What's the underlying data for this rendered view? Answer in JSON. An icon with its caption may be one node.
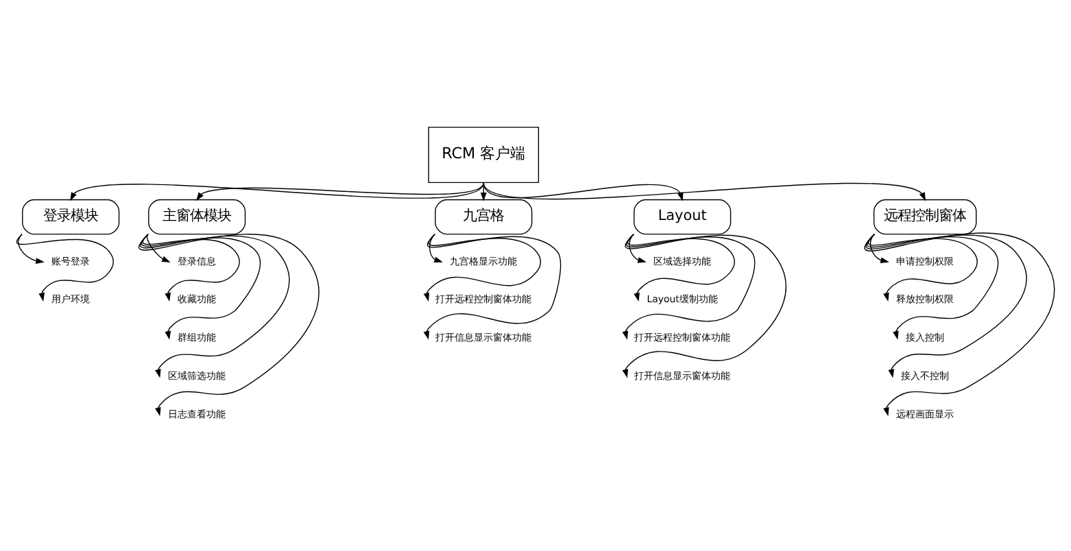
{
  "diagram": {
    "nodes": [
      {
        "text": [
          "RCM 客户端"
        ]
      },
      {
        "text": [
          "登录模块"
        ]
      },
      {
        "text": [
          "主窗体模块"
        ]
      },
      {
        "text": [
          "九宫格"
        ]
      },
      {
        "text": [
          "Layout"
        ]
      },
      {
        "text": [
          "远程控制窗体"
        ]
      },
      {
        "text": [
          "账号登录"
        ]
      },
      {
        "text": [
          "用户环境"
        ]
      },
      {
        "text": [
          "登录信息"
        ]
      },
      {
        "text": [
          "收藏功能"
        ]
      },
      {
        "text": [
          "群组功能"
        ]
      },
      {
        "text": [
          "区域筛选功能"
        ]
      },
      {
        "text": [
          "日志查看功能"
        ]
      },
      {
        "text": [
          "九宫格显示功能"
        ]
      },
      {
        "text": [
          "打开远程控制窗体功能"
        ]
      },
      {
        "text": [
          "打开信息显示窗体功能"
        ]
      },
      {
        "text": [
          "区域选择功能"
        ]
      },
      {
        "text": [
          "Layout缓制功能"
        ]
      },
      {
        "text": [
          "打开远程控制窗体功能"
        ]
      },
      {
        "text": [
          "打开信息显示窗体功能"
        ]
      },
      {
        "text": [
          "申请控制权限"
        ]
      },
      {
        "text": [
          "释放控制权限"
        ]
      },
      {
        "text": [
          "接入控制"
        ]
      },
      {
        "text": [
          "接入不控制"
        ]
      },
      {
        "text": [
          "远程画面显示"
        ]
      }
    ],
    "edges": [
      {
        "from": 0,
        "to": 1,
        "arrow": "to"
      },
      {
        "from": 0,
        "to": 2,
        "arrow": "to"
      },
      {
        "from": 0,
        "to": 3,
        "arrow": "to"
      },
      {
        "from": 0,
        "to": 4,
        "arrow": "to"
      },
      {
        "from": 0,
        "to": 5,
        "arrow": "to"
      },
      {
        "from": 1,
        "to": 6,
        "arrow": "to"
      },
      {
        "from": 1,
        "to": 7,
        "arrow": "to"
      },
      {
        "from": 2,
        "to": 8,
        "arrow": "to"
      },
      {
        "from": 2,
        "to": 9,
        "arrow": "to"
      },
      {
        "from": 2,
        "to": 10,
        "arrow": "to"
      },
      {
        "from": 2,
        "to": 11,
        "arrow": "to"
      },
      {
        "from": 2,
        "to": 12,
        "arrow": "to"
      },
      {
        "from": 3,
        "to": 13,
        "arrow": "to"
      },
      {
        "from": 3,
        "to": 14,
        "arrow": "to"
      },
      {
        "from": 3,
        "to": 15,
        "arrow": "to"
      },
      {
        "from": 4,
        "to": 16,
        "arrow": "to"
      },
      {
        "from": 4,
        "to": 17,
        "arrow": "to"
      },
      {
        "from": 4,
        "to": 18,
        "arrow": "to"
      },
      {
        "from": 4,
        "to": 19,
        "arrow": "to"
      },
      {
        "from": 5,
        "to": 20,
        "arrow": "to"
      },
      {
        "from": 5,
        "to": 21,
        "arrow": "to"
      },
      {
        "from": 5,
        "to": 22,
        "arrow": "to"
      },
      {
        "from": 5,
        "to": 23,
        "arrow": "to"
      },
      {
        "from": 5,
        "to": 24,
        "arrow": "to"
      }
    ]
  }
}
